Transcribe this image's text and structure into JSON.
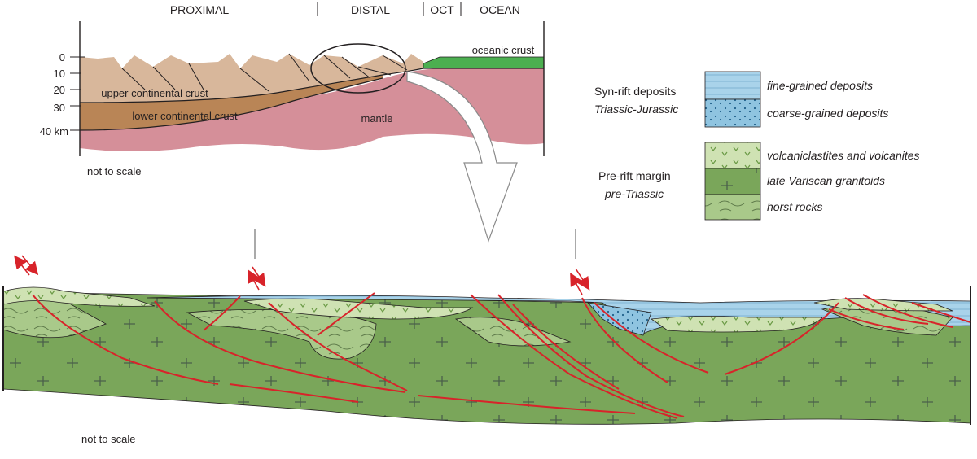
{
  "top_section": {
    "zones": [
      "PROXIMAL",
      "DISTAL",
      "OCT",
      "OCEAN"
    ],
    "depth_ticks": [
      "0",
      "10",
      "20",
      "30",
      "40 km"
    ],
    "labels": {
      "oceanic_crust": "oceanic crust",
      "upper_crust": "upper continental crust",
      "lower_crust": "lower continental crust",
      "mantle": "mantle"
    },
    "not_to_scale": "not to scale"
  },
  "legend": {
    "syn_rift_title": "Syn-rift deposits",
    "syn_rift_subtitle": "Triassic-Jurassic",
    "syn_rift_items": [
      "fine-grained deposits",
      "coarse-grained deposits"
    ],
    "pre_rift_title": "Pre-rift margin",
    "pre_rift_subtitle": "pre-Triassic",
    "pre_rift_items": [
      "volcaniclastites and volcanites",
      "late Variscan granitoids",
      "horst rocks"
    ]
  },
  "bottom_section": {
    "not_to_scale": "not to scale"
  },
  "colors": {
    "upper_crust": "#d8b79b",
    "lower_crust": "#b98556",
    "mantle": "#d58f99",
    "oceanic_crust": "#4caf50",
    "granitoids": "#7aa65a",
    "horst_rocks": "#a9c98a",
    "volcanics": "#cfe2b3",
    "fine_deposits": "#a9d3ea",
    "coarse_deposits": "#8fc4e0",
    "faults": "#d8232a"
  }
}
